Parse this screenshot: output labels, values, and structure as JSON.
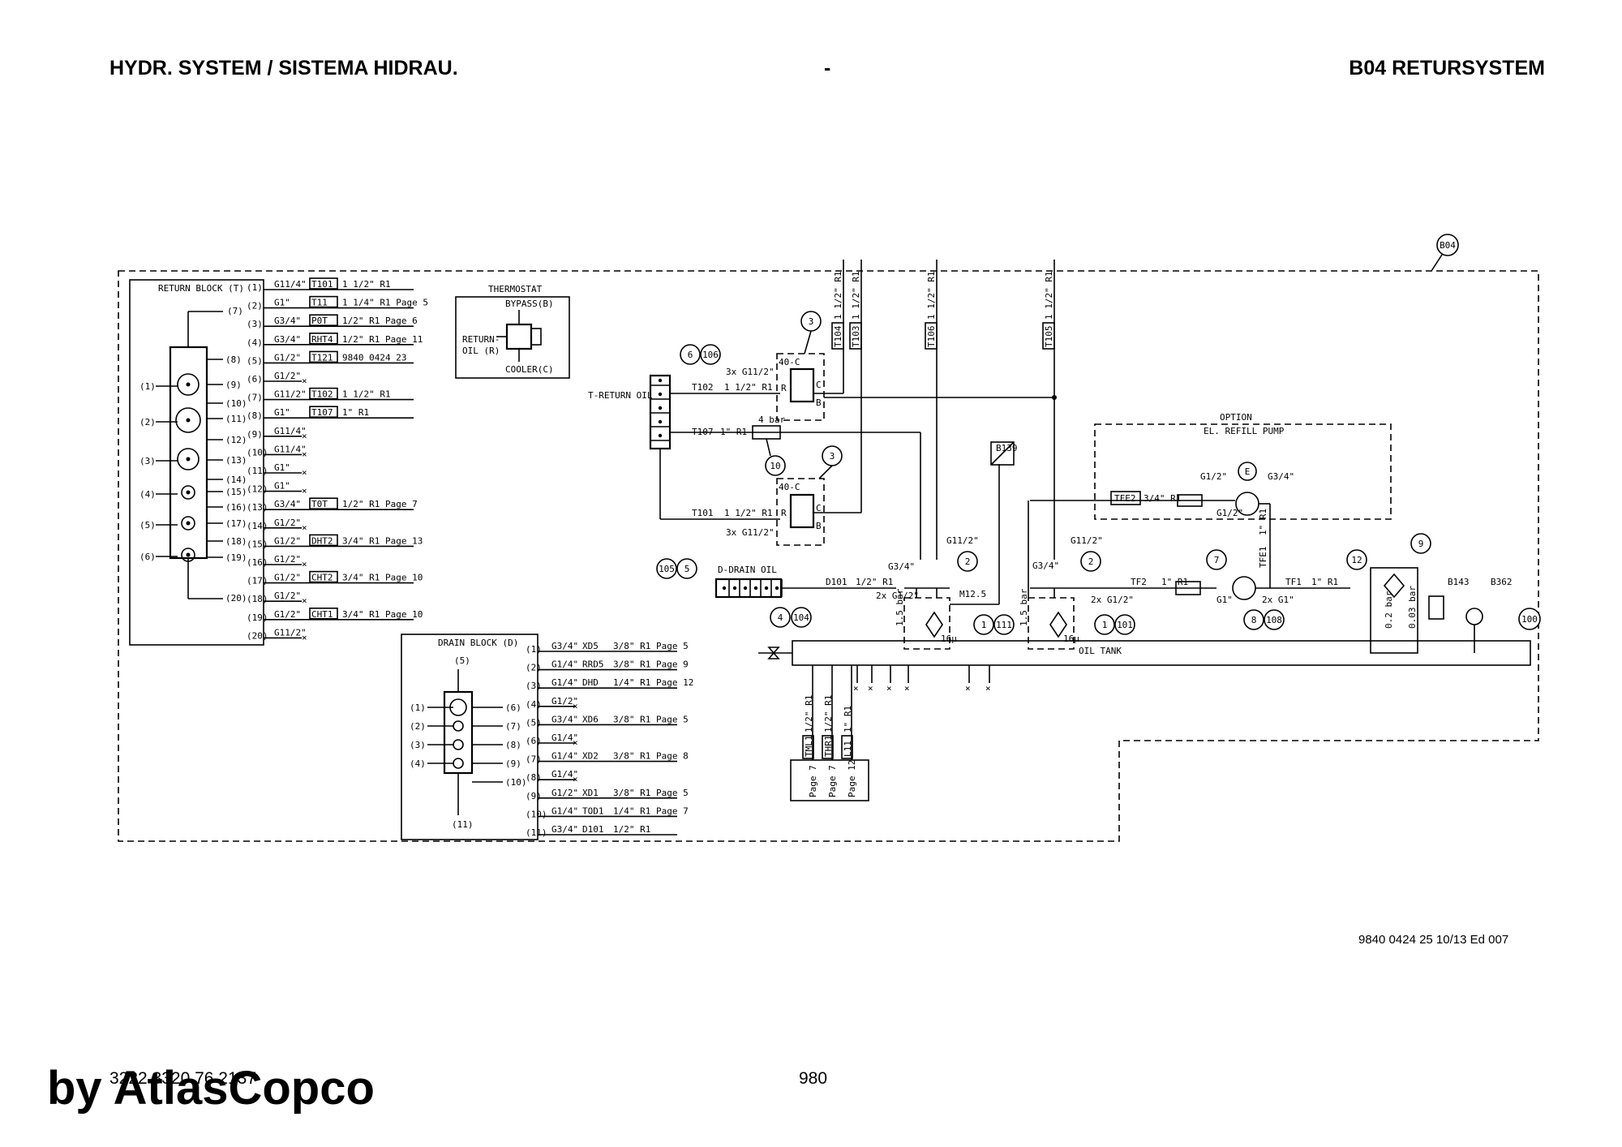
{
  "header": {
    "left": "HYDR. SYSTEM / SISTEMA HIDRAU.",
    "middle": "-",
    "right": "B04 RETURSYSTEM"
  },
  "footer": {
    "doc_ref": "9840 0424 25 10/13 Ed 007",
    "doc_number": "3222 3320 76 2137",
    "page_number": "980",
    "brand": "by AtlasCopco"
  },
  "diagram": {
    "frame_id": "B04",
    "return_block": {
      "title": "RETURN BLOCK (T)",
      "port_top": "(7)",
      "port_bottom": "(20)",
      "left_ports": [
        "(1)",
        "(2)",
        "(3)",
        "(4)",
        "(5)",
        "(6)"
      ],
      "right_ports": [
        "(8)",
        "(9)",
        "(10)",
        "(11)",
        "(12)",
        "(13)",
        "(14)",
        "(15)",
        "(16)",
        "(17)",
        "(18)",
        "(19)"
      ],
      "rows": [
        {
          "port": "(1)",
          "thread": "G11/4\"",
          "tag": "T101",
          "desc": "1 1/2\" R1"
        },
        {
          "port": "(2)",
          "thread": "G1\"",
          "tag": "T11",
          "desc": "1 1/4\" R1 Page 5"
        },
        {
          "port": "(3)",
          "thread": "G3/4\"",
          "tag": "P0T",
          "desc": "1/2\" R1 Page 6"
        },
        {
          "port": "(4)",
          "thread": "G3/4\"",
          "tag": "RHT4",
          "desc": "1/2\" R1 Page 11"
        },
        {
          "port": "(5)",
          "thread": "G1/2\"",
          "tag": "T121",
          "desc": "9840 0424 23"
        },
        {
          "port": "(6)",
          "thread": "G1/2\"",
          "tag": "",
          "desc": ""
        },
        {
          "port": "(7)",
          "thread": "G11/2\"",
          "tag": "T102",
          "desc": "1 1/2\" R1"
        },
        {
          "port": "(8)",
          "thread": "G1\"",
          "tag": "T107",
          "desc": "1\" R1"
        },
        {
          "port": "(9)",
          "thread": "G11/4\"",
          "tag": "",
          "desc": ""
        },
        {
          "port": "(10)",
          "thread": "G11/4\"",
          "tag": "",
          "desc": ""
        },
        {
          "port": "(11)",
          "thread": "G1\"",
          "tag": "",
          "desc": ""
        },
        {
          "port": "(12)",
          "thread": "G1\"",
          "tag": "",
          "desc": ""
        },
        {
          "port": "(13)",
          "thread": "G3/4\"",
          "tag": "T0T",
          "desc": "1/2\" R1 Page 7"
        },
        {
          "port": "(14)",
          "thread": "G1/2\"",
          "tag": "",
          "desc": ""
        },
        {
          "port": "(15)",
          "thread": "G1/2\"",
          "tag": "DHT2",
          "desc": "3/4\" R1 Page 13"
        },
        {
          "port": "(16)",
          "thread": "G1/2\"",
          "tag": "",
          "desc": ""
        },
        {
          "port": "(17)",
          "thread": "G1/2\"",
          "tag": "CHT2",
          "desc": "3/4\" R1 Page 10"
        },
        {
          "port": "(18)",
          "thread": "G1/2\"",
          "tag": "",
          "desc": ""
        },
        {
          "port": "(19)",
          "thread": "G1/2\"",
          "tag": "CHT1",
          "desc": "3/4\" R1 Page 10"
        },
        {
          "port": "(20)",
          "thread": "G11/2\"",
          "tag": "",
          "desc": ""
        }
      ]
    },
    "thermostat": {
      "title": "THERMOSTAT",
      "bypass": "BYPASS(B)",
      "return_oil": "RETURN-",
      "oil_r": "OIL (R)",
      "cooler": "COOLER(C)"
    },
    "drain_block": {
      "title": "DRAIN BLOCK (D)",
      "port_top": "(5)",
      "port_bottom": "(11)",
      "left_ports": [
        "(1)",
        "(2)",
        "(3)",
        "(4)"
      ],
      "right_ports": [
        "(6)",
        "(7)",
        "(8)",
        "(9)",
        "(10)"
      ],
      "rows": [
        {
          "port": "(1)",
          "thread": "G3/4\"",
          "tag": "XD5",
          "desc": "3/8\" R1 Page 5"
        },
        {
          "port": "(2)",
          "thread": "G1/4\"",
          "tag": "RRD5",
          "desc": "3/8\" R1 Page 9"
        },
        {
          "port": "(3)",
          "thread": "G1/4\"",
          "tag": "DHD",
          "desc": "1/4\" R1 Page 12"
        },
        {
          "port": "(4)",
          "thread": "G1/2\"",
          "tag": "",
          "desc": ""
        },
        {
          "port": "(5)",
          "thread": "G3/4\"",
          "tag": "XD6",
          "desc": "3/8\" R1 Page 5"
        },
        {
          "port": "(6)",
          "thread": "G1/4\"",
          "tag": "",
          "desc": ""
        },
        {
          "port": "(7)",
          "thread": "G1/4\"",
          "tag": "XD2",
          "desc": "3/8\" R1 Page 8"
        },
        {
          "port": "(8)",
          "thread": "G1/4\"",
          "tag": "",
          "desc": ""
        },
        {
          "port": "(9)",
          "thread": "G1/2\"",
          "tag": "XD1",
          "desc": "3/8\" R1 Page 5"
        },
        {
          "port": "(10)",
          "thread": "G1/4\"",
          "tag": "TOD1",
          "desc": "1/4\" R1 Page 7"
        },
        {
          "port": "(11)",
          "thread": "G3/4\"",
          "tag": "D101",
          "desc": "1/2\" R1"
        }
      ]
    },
    "t_return_oil": "T-RETURN OIL",
    "d_drain_oil": "D-DRAIN OIL",
    "oil_tank": "OIL TANK",
    "option": "OPTION",
    "option_sub": "EL. REFILL PUMP",
    "m12": "M12.5",
    "valve_setting": "40-C",
    "check_setting": "4 bar",
    "filter_bypass": "1.5 bar",
    "filter_rating": "16µ",
    "vertical_lines": [
      {
        "tag": "T104",
        "desc": "1 1/2\" R1"
      },
      {
        "tag": "T103",
        "desc": "1 1/2\" R1"
      },
      {
        "tag": "T106",
        "desc": "1 1/2\" R1"
      },
      {
        "tag": "T105",
        "desc": "1 1/2\" R1"
      }
    ],
    "hose_labels": {
      "t102": "T102",
      "t102d": "1 1/2\" R1",
      "t107": "T107",
      "t107d": "1\" R1",
      "t101": "T101",
      "t101d": "1 1/2\" R1",
      "g3x": "3x G11/2\"",
      "d101": "D101",
      "d101d": "1/2\" R1",
      "tfe2": "TFE2",
      "tfe2d": "3/4\" R1",
      "tfe1": "TFE1",
      "tfe1d": "1\" R1",
      "tf2": "TF2",
      "tf2d": "1\" R1",
      "tf1": "TF1",
      "tf1d": "1\" R1",
      "g34": "G3/4\"",
      "g112": "G11/2\"",
      "g2x": "2x G1/2\"",
      "g12": "G1/2\"",
      "g34b": "G3/4\"",
      "g1": "G1\"",
      "g2x1": "2x G1\"",
      "e": "E"
    },
    "tank_lines": [
      {
        "tag": "TML1",
        "desc": "1/2\" R1",
        "page": "Page 7"
      },
      {
        "tag": "THR1",
        "desc": "1/2\" R1",
        "page": "Page 7"
      },
      {
        "tag": "L11",
        "desc": "1\" R1",
        "page": "Page 12"
      }
    ],
    "sensors": [
      "B139",
      "B143",
      "B362"
    ],
    "breather": {
      "a": "0.2 bar",
      "b": "0.03 bar"
    },
    "bubbles": [
      "3",
      "3",
      "6",
      "106",
      "10",
      "2",
      "2",
      "1",
      "111",
      "1",
      "101",
      "105",
      "5",
      "4",
      "104",
      "7",
      "8",
      "108",
      "12",
      "9",
      "100"
    ]
  }
}
